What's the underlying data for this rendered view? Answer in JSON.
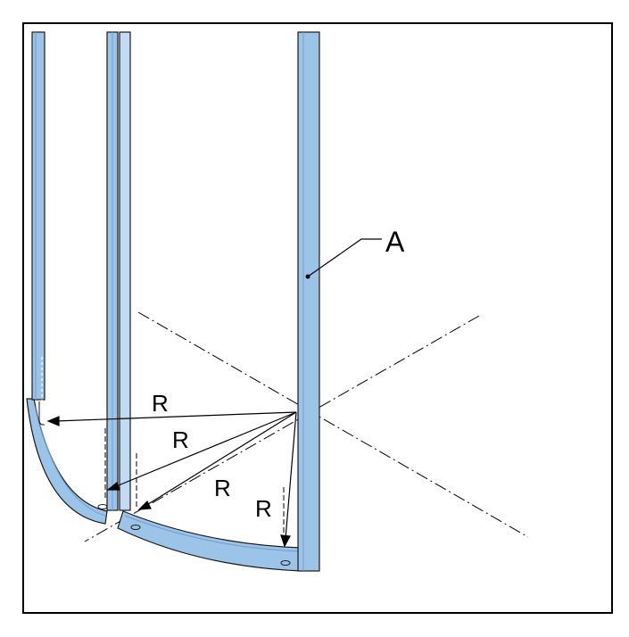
{
  "figure": {
    "part_label": "A",
    "radius_labels": [
      "R",
      "R",
      "R",
      "R"
    ]
  },
  "colors": {
    "profile_fill": "#9cc3e8",
    "profile_light": "#c3dbf2",
    "profile_dark": "#6f9fcf",
    "outline": "#1a1a1a",
    "frame": "#000000"
  }
}
